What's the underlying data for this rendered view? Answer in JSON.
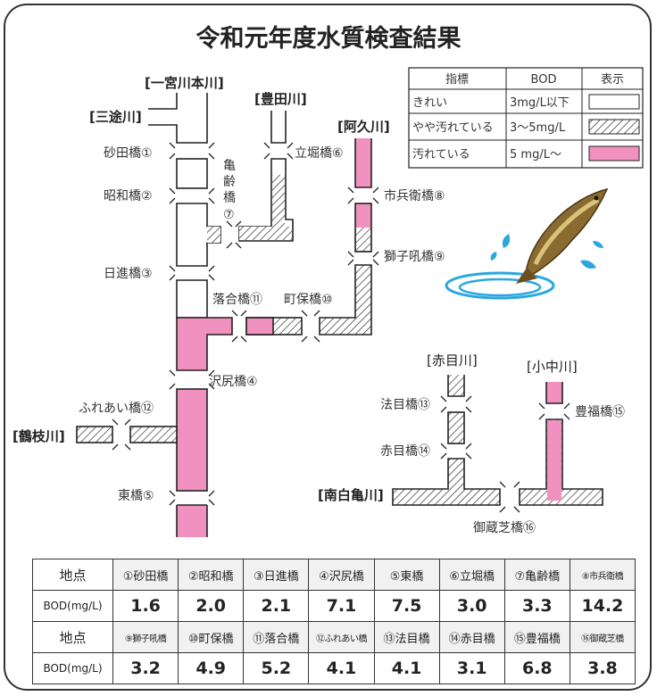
{
  "title": "令和元年度水質検査結果",
  "legend": {
    "headers": [
      "指標",
      "BOD",
      "表示"
    ],
    "rows": [
      {
        "label": "きれい",
        "range": "3mg/L以下",
        "fill": "white"
      },
      {
        "label": "やや汚れている",
        "range": "3〜5mg/L",
        "fill": "hatch"
      },
      {
        "label": "汚れている",
        "range": "5 mg/L〜",
        "fill": "pink"
      }
    ]
  },
  "colors": {
    "pink": "#f091c0",
    "clean": "#ffffff",
    "line": "#222222"
  },
  "rivers": {
    "ichinomiya": "[一宮川本川]",
    "sanzu": "[三途川]",
    "toyoda": "[豊田川]",
    "aku": "[阿久川]",
    "tsurue": "[鶴枝川]",
    "akame": "[赤目川]",
    "konaka": "[小中川]",
    "nanpaku": "[南白亀川]"
  },
  "stations": {
    "s1": "砂田橋①",
    "s2": "昭和橋②",
    "s3": "日進橋③",
    "s4": "沢尻橋④",
    "s5": "東橋⑤",
    "s6": "立堀橋⑥",
    "s7": [
      "亀",
      "齢",
      "橋",
      "⑦"
    ],
    "s8": "市兵衛橋⑧",
    "s9": "獅子吼橋⑨",
    "s10": "町保橋⑩",
    "s11": "落合橋⑪",
    "s12": "ふれあい橋⑫",
    "s13": "法目橋⑬",
    "s14": "赤目橋⑭",
    "s15": "豊福橋⑮",
    "s16": "御蔵芝橋⑯"
  },
  "table": {
    "row_labels": {
      "point": "地点",
      "bod": "BOD(mg/L)"
    },
    "row1": {
      "points": [
        "①砂田橋",
        "②昭和橋",
        "③日進橋",
        "④沢尻橋",
        "⑤東橋",
        "⑥立堀橋",
        "⑦亀齢橋",
        "⑧市兵衛橋"
      ],
      "values": [
        "1.6",
        "2.0",
        "2.1",
        "7.1",
        "7.5",
        "3.0",
        "3.3",
        "14.2"
      ]
    },
    "row2": {
      "points": [
        "⑨獅子吼橋",
        "⑩町保橋",
        "⑪落合橋",
        "⑫ふれあい橋",
        "⑬法目橋",
        "⑭赤目橋",
        "⑮豊福橋",
        "⑯御蔵芝橋"
      ],
      "values": [
        "3.2",
        "4.9",
        "5.2",
        "4.1",
        "4.1",
        "3.1",
        "6.8",
        "3.8"
      ]
    }
  },
  "decoration": {
    "image": "fish-jumping-icon"
  }
}
